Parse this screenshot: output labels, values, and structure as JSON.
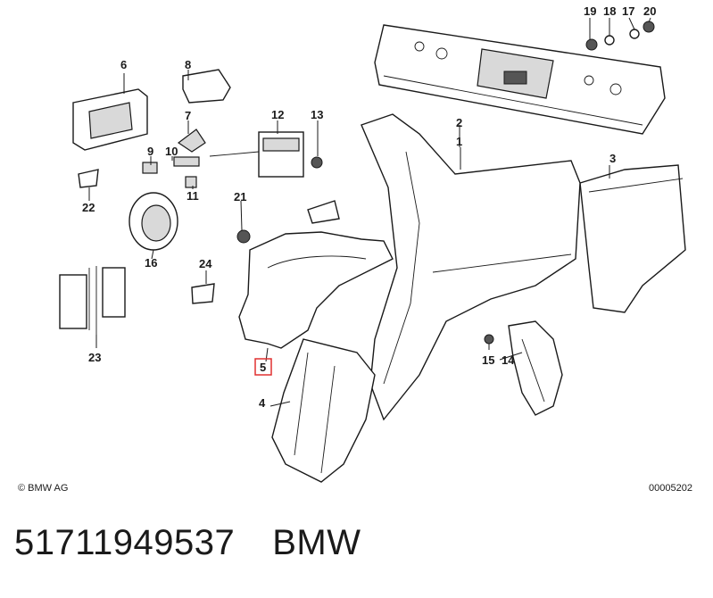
{
  "callouts": [
    "1",
    "2",
    "3",
    "4",
    "5",
    "6",
    "7",
    "8",
    "9",
    "10",
    "11",
    "12",
    "13",
    "14",
    "15",
    "16",
    "17",
    "18",
    "19",
    "20",
    "21",
    "22",
    "23",
    "24"
  ],
  "highlighted_callout": "5",
  "highlight_color": "#e03030",
  "copyright": "© BMW AG",
  "drawing_number": "00005202",
  "caption": {
    "part_number": "51711949537",
    "brand": "BMW"
  }
}
